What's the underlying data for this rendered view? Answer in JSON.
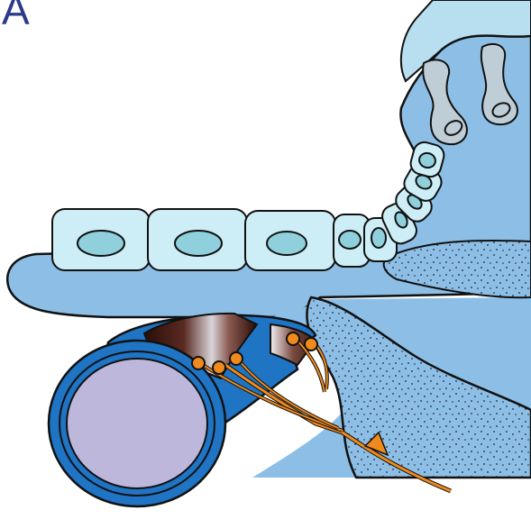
{
  "figure": {
    "panel_label": "A"
  },
  "colors": {
    "tissue_blue": "#8dbfe6",
    "tissue_light": "#b7dff0",
    "cell_fill": "#cdeef6",
    "nucleus_fill": "#8fd0dc",
    "goblet_cell_fill": "#bfcdd6",
    "vessel_wall": "#1f74c4",
    "vessel_lumen": "#bdb7dc",
    "fiber_band": "#3b1a12",
    "nerve_orange": "#f08a1c",
    "outline": "#111111"
  },
  "icons": {
    "vessel": "blood-vessel-cross-section",
    "nerve": "nerve-fiber-with-terminals",
    "epithelium": "epithelial-cell-layer",
    "connective": "stippled-connective-tissue"
  }
}
